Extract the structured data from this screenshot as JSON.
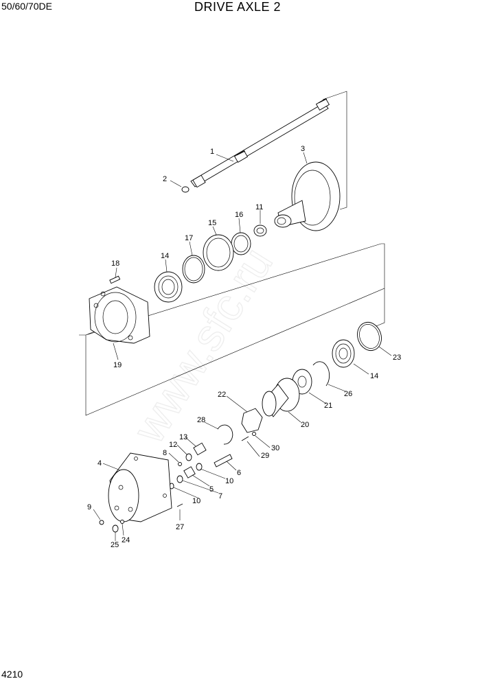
{
  "header": {
    "model": "50/60/70DE",
    "title": "DRIVE AXLE 2"
  },
  "footer": {
    "page_number": "4210"
  },
  "watermark": "www.sfc.ru",
  "callouts": {
    "c1": "1",
    "c2": "2",
    "c3": "3",
    "c4": "4",
    "c5": "5",
    "c6": "6",
    "c7": "7",
    "c8": "8",
    "c9": "9",
    "c10a": "10",
    "c10b": "10",
    "c11": "11",
    "c12": "12",
    "c13": "13",
    "c14a": "14",
    "c14b": "14",
    "c15": "15",
    "c16": "16",
    "c17": "17",
    "c18": "18",
    "c19": "19",
    "c20": "20",
    "c21": "21",
    "c22": "22",
    "c23": "23",
    "c24": "24",
    "c25": "25",
    "c26": "26",
    "c27": "27",
    "c28": "28",
    "c29": "29",
    "c30": "30"
  }
}
